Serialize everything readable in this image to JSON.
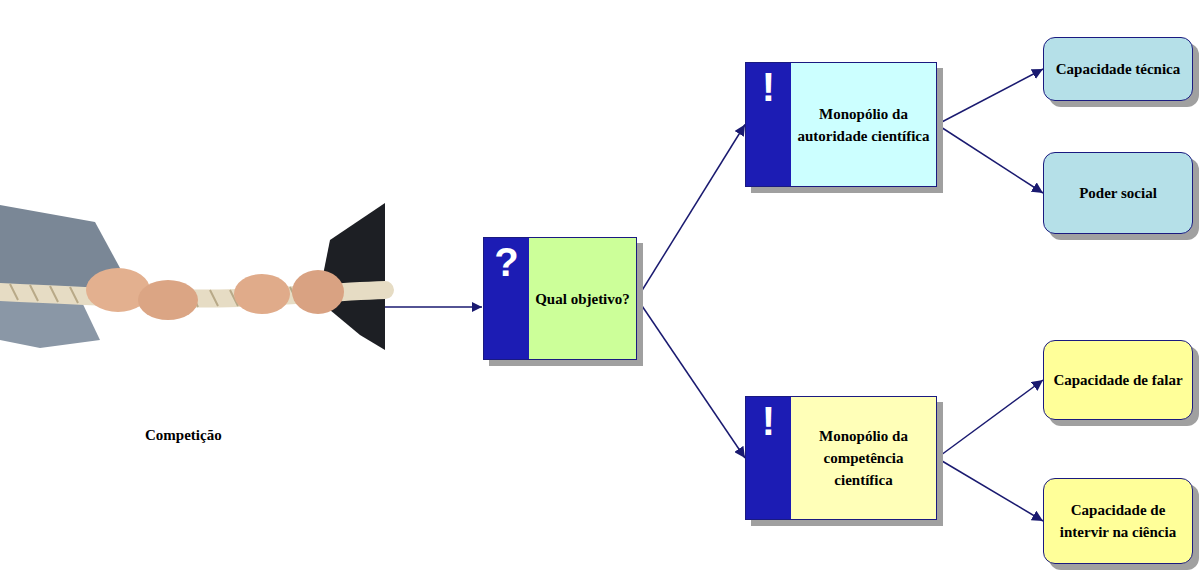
{
  "diagram": {
    "nodes": [
      {
        "text": [
          "?",
          "Qual objetivo?"
        ]
      },
      {
        "text": [
          "!",
          "Monopólio da autoridade científica"
        ]
      },
      {
        "text": [
          "Capacidade técnica"
        ]
      },
      {
        "text": [
          "Poder social"
        ]
      },
      {
        "text": [
          "!",
          "Monopólio da competência científica"
        ]
      },
      {
        "text": [
          "Capacidade de falar"
        ]
      },
      {
        "text": [
          "Capacidade de intervir na ciência"
        ]
      }
    ],
    "edges": [
      {
        "from": 0,
        "to": 1,
        "arrow": "to"
      },
      {
        "from": 0,
        "to": 4,
        "arrow": "to"
      },
      {
        "from": 1,
        "to": 2,
        "arrow": "to"
      },
      {
        "from": 1,
        "to": 3,
        "arrow": "to"
      },
      {
        "from": 4,
        "to": 5,
        "arrow": "to"
      },
      {
        "from": 4,
        "to": 6,
        "arrow": "to"
      }
    ],
    "labels": [
      "Competição"
    ]
  }
}
